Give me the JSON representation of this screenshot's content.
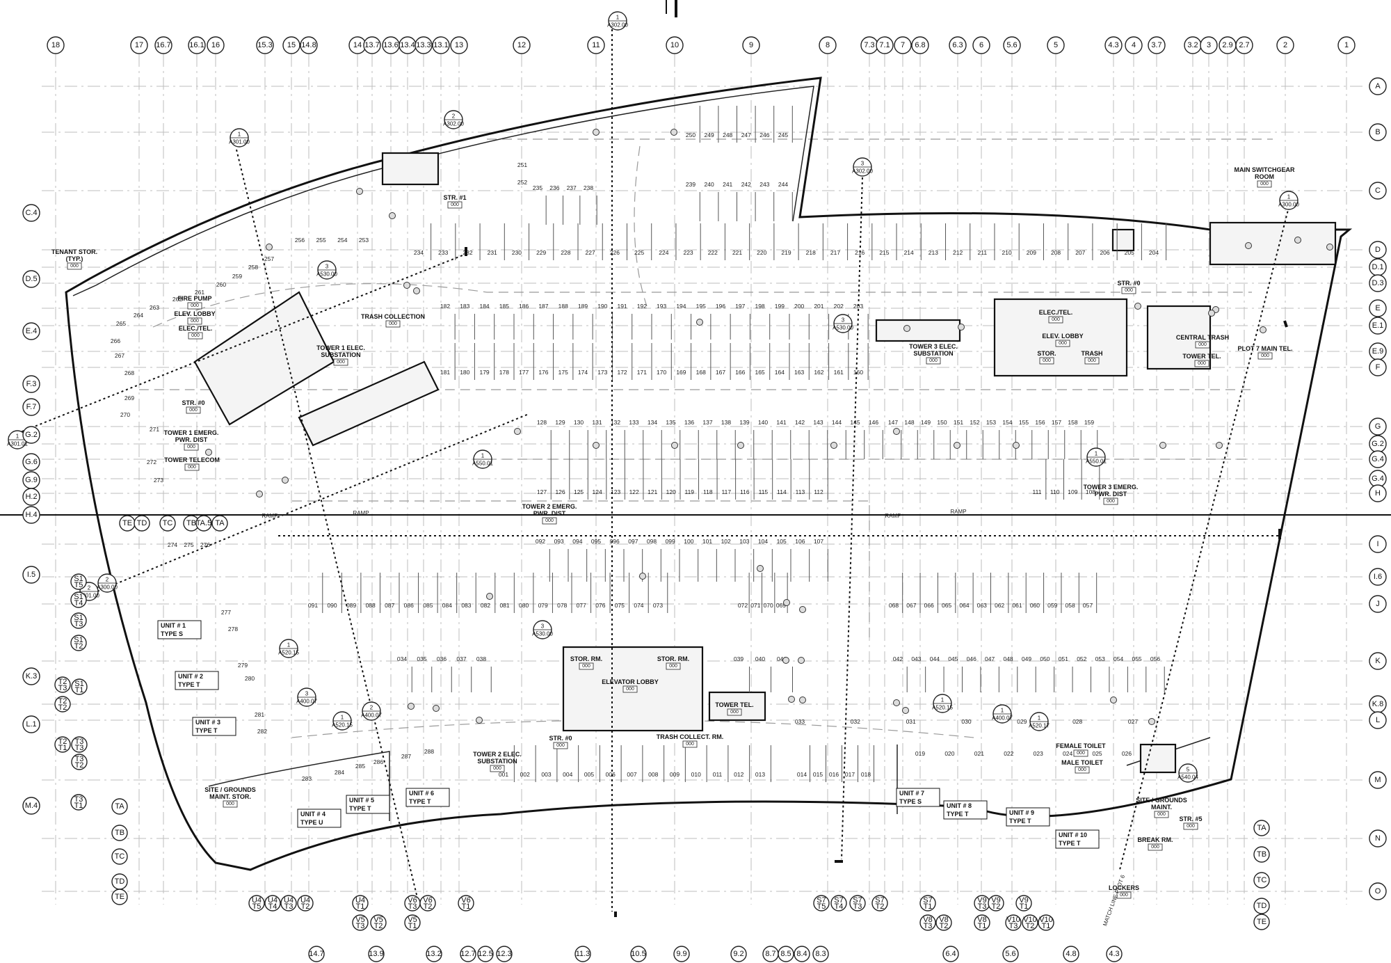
{
  "grid_columns": [
    "18",
    "17",
    "16.7",
    "16.1",
    "16",
    "15.3",
    "15",
    "14.8",
    "14",
    "13.7",
    "13.6",
    "13.4",
    "13.3",
    "13.1",
    "13",
    "12",
    "11",
    "10",
    "9",
    "8",
    "7.3",
    "7.1",
    "7",
    "6.8",
    "6.3",
    "6",
    "5.6",
    "5",
    "4.3",
    "4",
    "3.7",
    "3.2",
    "3",
    "2.9",
    "2.7",
    "2",
    "1"
  ],
  "grid_rows_right": [
    "A",
    "B",
    "C",
    "D",
    "D.1",
    "D.3",
    "E",
    "E.1",
    "E.9",
    "F",
    "G",
    "G.2",
    "G.4",
    "G.4",
    "H",
    "I",
    "I.6",
    "J",
    "K",
    "K.8",
    "L",
    "M",
    "N",
    "O"
  ],
  "grid_rows_left": [
    "C.4",
    "D.5",
    "E.4",
    "F.3",
    "F.7",
    "G.2",
    "G.6",
    "G.9",
    "H.2",
    "H.4",
    "I.5",
    "K.3",
    "L.1",
    "M.4"
  ],
  "grid_bottom": [
    "14.7",
    "13.9",
    "13.2",
    "12.7",
    "12.5",
    "12.3",
    "11.3",
    "10.5",
    "9.9",
    "9.2",
    "8.7",
    "8.5",
    "8.4",
    "8.3",
    "6.4",
    "5.6",
    "4.8",
    "4.3"
  ],
  "tower_rows_left": [
    "TE",
    "TD",
    "TC",
    "TB",
    "TA.5",
    "TA"
  ],
  "tower_rows_left_lower": [
    "TA",
    "TB",
    "TC",
    "TD",
    "TE"
  ],
  "tower_rows_right": [
    "TA",
    "TB",
    "TC",
    "TD",
    "TE"
  ],
  "bottom_tags": [
    [
      "U4",
      "T5"
    ],
    [
      "U4",
      "T4"
    ],
    [
      "U4",
      "T3"
    ],
    [
      "U4",
      "T2"
    ],
    [
      "U4",
      "T1"
    ],
    [
      "V5",
      "T3"
    ],
    [
      "V5",
      "T2"
    ],
    [
      "V6",
      "T3"
    ],
    [
      "V6",
      "T2"
    ],
    [
      "V5",
      "T1"
    ],
    [
      "V6",
      "T1"
    ],
    [
      "S7",
      "T5"
    ],
    [
      "S7",
      "T4"
    ],
    [
      "S7",
      "T3"
    ],
    [
      "S7",
      "T2"
    ],
    [
      "S7",
      "T1"
    ],
    [
      "V8",
      "T3"
    ],
    [
      "V8",
      "T2"
    ],
    [
      "V9",
      "T3"
    ],
    [
      "V9",
      "T2"
    ],
    [
      "V8",
      "T1"
    ],
    [
      "V9",
      "T1"
    ],
    [
      "V10",
      "T3"
    ],
    [
      "V10",
      "T2"
    ],
    [
      "V10",
      "T1"
    ]
  ],
  "left_tags": [
    [
      "S1",
      "T5"
    ],
    [
      "S1",
      "T4"
    ],
    [
      "S1",
      "T3"
    ],
    [
      "S1",
      "T2"
    ],
    [
      "T2",
      "T3"
    ],
    [
      "S1",
      "T1"
    ],
    [
      "T2",
      "T2"
    ],
    [
      "T2",
      "T1"
    ],
    [
      "T3",
      "T3"
    ],
    [
      "T3",
      "T2"
    ],
    [
      "T3",
      "T1"
    ]
  ],
  "sections": [
    {
      "num": "1",
      "sheet": "A302.00"
    },
    {
      "num": "1",
      "sheet": "A301.00"
    },
    {
      "num": "2",
      "sheet": "A302.00"
    },
    {
      "num": "3",
      "sheet": "A302.00"
    },
    {
      "num": "1",
      "sheet": "A300.00"
    },
    {
      "num": "3",
      "sheet": "A530.00"
    },
    {
      "num": "2",
      "sheet": "A301.00"
    },
    {
      "num": "3",
      "sheet": "A530.00"
    },
    {
      "num": "1",
      "sheet": "A301.01"
    },
    {
      "num": "1",
      "sheet": "A550.01"
    },
    {
      "num": "1",
      "sheet": "A550.01"
    },
    {
      "num": "2",
      "sheet": "A300.00"
    },
    {
      "num": "3",
      "sheet": "A530.00"
    },
    {
      "num": "1",
      "sheet": "A520.15"
    },
    {
      "num": "3",
      "sheet": "A400.07"
    },
    {
      "num": "2",
      "sheet": "A400.07"
    },
    {
      "num": "1",
      "sheet": "A520.15"
    },
    {
      "num": "1",
      "sheet": "A520.15"
    },
    {
      "num": "1",
      "sheet": "A400.07"
    },
    {
      "num": "1",
      "sheet": "A520.17"
    },
    {
      "num": "5",
      "sheet": "A540.04"
    }
  ],
  "rooms": [
    {
      "label": "TENANT STOR. (TYP.)",
      "tag": "000"
    },
    {
      "label": "FIRE PUMP",
      "tag": "000"
    },
    {
      "label": "ELEV. LOBBY",
      "tag": "000"
    },
    {
      "label": "ELEC./TEL.",
      "tag": "000"
    },
    {
      "label": "TRASH COLLECTION",
      "tag": "000"
    },
    {
      "label": "TOWER 1 ELEC. SUBSTATION",
      "tag": "000"
    },
    {
      "label": "STR. #0",
      "tag": "000"
    },
    {
      "label": "TOWER 1 EMERG. PWR. DIST",
      "tag": "000"
    },
    {
      "label": "TOWER TELECOM",
      "tag": "000"
    },
    {
      "label": "STR. #1",
      "tag": "000"
    },
    {
      "label": "TOWER 2 EMERG. PWR. DIST",
      "tag": "000"
    },
    {
      "label": "STOR. RM.",
      "tag": "000"
    },
    {
      "label": "STOR. RM.",
      "tag": "000"
    },
    {
      "label": "ELEVATOR LOBBY",
      "tag": "000"
    },
    {
      "label": "TOWER TEL.",
      "tag": "000"
    },
    {
      "label": "TRASH COLLECT. RM.",
      "tag": "000"
    },
    {
      "label": "STR. #0",
      "tag": "000"
    },
    {
      "label": "TOWER 2 ELEC. SUBSTATION",
      "tag": "000"
    },
    {
      "label": "TOWER 3 ELEC. SUBSTATION",
      "tag": "000"
    },
    {
      "label": "STR. #0",
      "tag": "000"
    },
    {
      "label": "ELEC./TEL.",
      "tag": "000"
    },
    {
      "label": "ELEV. LOBBY",
      "tag": "000"
    },
    {
      "label": "STOR.",
      "tag": "000"
    },
    {
      "label": "TRASH",
      "tag": "000"
    },
    {
      "label": "CENTRAL TRASH",
      "tag": "000"
    },
    {
      "label": "TOWER TEL.",
      "tag": "000"
    },
    {
      "label": "PLOT 7 MAIN TEL.",
      "tag": "000"
    },
    {
      "label": "MAIN SWITCHGEAR ROOM",
      "tag": "000"
    },
    {
      "label": "TOWER 3 EMERG. PWR. DIST",
      "tag": "000"
    },
    {
      "label": "SITE / GROUNDS MAINT. STOR.",
      "tag": "000"
    },
    {
      "label": "FEMALE TOILET",
      "tag": "000"
    },
    {
      "label": "MALE TOILET",
      "tag": "000"
    },
    {
      "label": "SITE / GROUNDS MAINT.",
      "tag": "000"
    },
    {
      "label": "STR. #5",
      "tag": "000"
    },
    {
      "label": "BREAK RM.",
      "tag": "000"
    },
    {
      "label": "LOCKERS",
      "tag": "000"
    }
  ],
  "units": [
    {
      "unit": "1",
      "type": "S"
    },
    {
      "unit": "2",
      "type": "T"
    },
    {
      "unit": "3",
      "type": "T"
    },
    {
      "unit": "4",
      "type": "U"
    },
    {
      "unit": "5",
      "type": "T"
    },
    {
      "unit": "6",
      "type": "T"
    },
    {
      "unit": "7",
      "type": "S"
    },
    {
      "unit": "8",
      "type": "T"
    },
    {
      "unit": "9",
      "type": "T"
    },
    {
      "unit": "10",
      "type": "T"
    }
  ],
  "unit_labels": {
    "unit_prefix": "UNIT #",
    "type_prefix": "TYPE"
  },
  "ramps": [
    "RAMP",
    "RAMP",
    "RAMP",
    "RAMP"
  ],
  "matchline": "MATCH LINE PLOT 6",
  "stalls": {
    "row_a": [
      "250",
      "249",
      "248",
      "247",
      "246",
      "245"
    ],
    "row_b": [
      "251",
      "252"
    ],
    "row_c": [
      "235",
      "236",
      "237",
      "238",
      "239",
      "240",
      "241",
      "242",
      "243",
      "244"
    ],
    "row_d_left": [
      "256",
      "255",
      "254",
      "253"
    ],
    "row_d": [
      "234",
      "233",
      "232",
      "231",
      "230",
      "229",
      "228",
      "227",
      "226",
      "225",
      "224",
      "223",
      "222",
      "221",
      "220",
      "219",
      "218",
      "217",
      "216",
      "215",
      "214",
      "213",
      "212",
      "211",
      "210",
      "209",
      "208",
      "207",
      "206",
      "205",
      "204"
    ],
    "row_left_wing": [
      "257",
      "258",
      "259",
      "260",
      "261",
      "262",
      "263",
      "264",
      "265",
      "266",
      "267",
      "268",
      "269",
      "270",
      "271",
      "272",
      "273"
    ],
    "row_e": [
      "182",
      "183",
      "184",
      "185",
      "186",
      "187",
      "188",
      "189",
      "190",
      "191",
      "192",
      "193",
      "194",
      "195",
      "196",
      "197",
      "198",
      "199",
      "200",
      "201",
      "202",
      "203"
    ],
    "row_f": [
      "181",
      "180",
      "179",
      "178",
      "177",
      "176",
      "175",
      "174",
      "173",
      "172",
      "171",
      "170",
      "169",
      "168",
      "167",
      "166",
      "165",
      "164",
      "163",
      "162",
      "161",
      "160"
    ],
    "row_g": [
      "128",
      "129",
      "130",
      "131",
      "132",
      "133",
      "134",
      "135",
      "136",
      "137",
      "138",
      "139",
      "140",
      "141",
      "142",
      "143",
      "144",
      "145",
      "146",
      "147",
      "148",
      "149",
      "150",
      "151",
      "152",
      "153",
      "154",
      "155",
      "156",
      "157",
      "158",
      "159"
    ],
    "row_h": [
      "127",
      "126",
      "125",
      "124",
      "123",
      "122",
      "121",
      "120",
      "119",
      "118",
      "117",
      "116",
      "115",
      "114",
      "113",
      "112",
      "111",
      "110",
      "109",
      "108"
    ],
    "row_i": [
      "092",
      "093",
      "094",
      "095",
      "096",
      "097",
      "098",
      "099",
      "100",
      "101",
      "102",
      "103",
      "104",
      "105",
      "106",
      "107"
    ],
    "row_i_left": [
      "274",
      "275",
      "276"
    ],
    "row_j": [
      "091",
      "090",
      "089",
      "088",
      "087",
      "086",
      "085",
      "084",
      "083",
      "082",
      "081",
      "080",
      "079",
      "078",
      "077",
      "076",
      "075",
      "074",
      "073",
      "072",
      "071",
      "070",
      "069",
      "068",
      "067",
      "066",
      "065",
      "064",
      "063",
      "062",
      "061",
      "060",
      "059",
      "058",
      "057"
    ],
    "row_left_units": [
      "277",
      "278",
      "279",
      "280",
      "281",
      "282",
      "283",
      "284",
      "285",
      "286",
      "287",
      "288"
    ],
    "row_k": [
      "034",
      "035",
      "036",
      "037",
      "038",
      "039",
      "040",
      "041",
      "042",
      "043",
      "044",
      "045",
      "046",
      "047",
      "048",
      "049",
      "050",
      "051",
      "052",
      "053",
      "054",
      "055",
      "056"
    ],
    "row_l": [
      "033",
      "032",
      "031",
      "030",
      "029",
      "028",
      "027"
    ],
    "row_m": [
      "001",
      "002",
      "003",
      "004",
      "005",
      "006",
      "007",
      "008",
      "009",
      "010",
      "011",
      "012",
      "013",
      "014",
      "015",
      "016",
      "017",
      "018",
      "019",
      "020",
      "021",
      "022",
      "023",
      "024",
      "025",
      "026"
    ]
  }
}
